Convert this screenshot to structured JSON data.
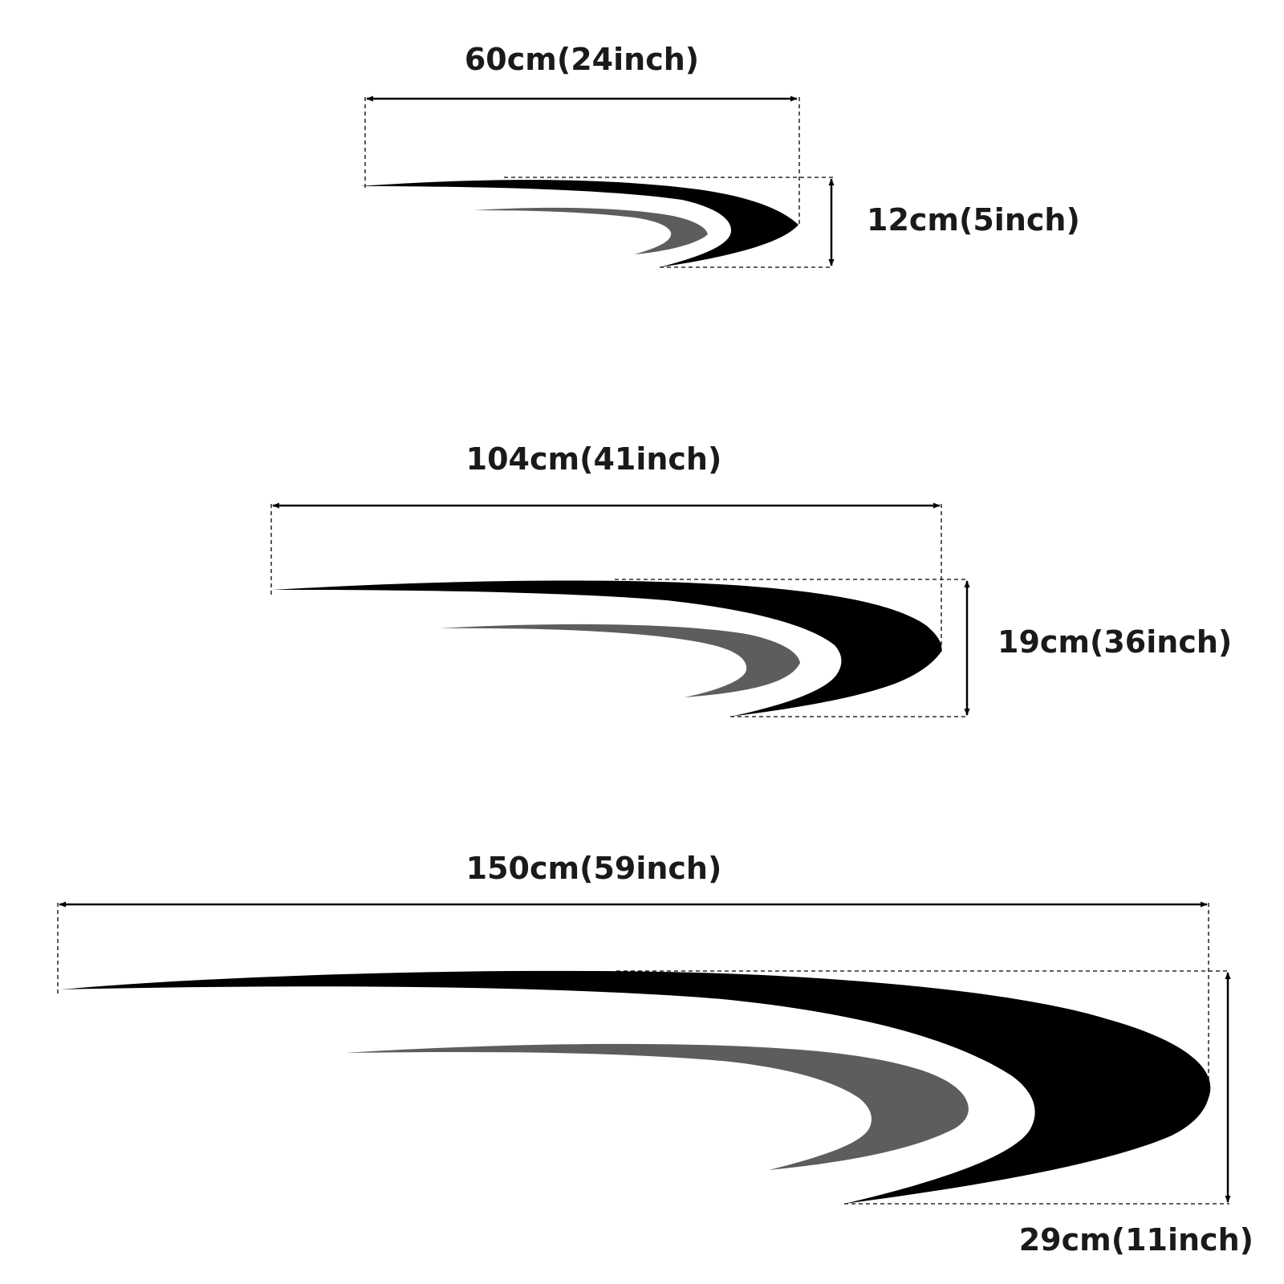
{
  "colors": {
    "primary_stripe": "#000000",
    "secondary_stripe": "#5f5c5d",
    "dimension_text": "#1a1a1a",
    "background": "#ffffff"
  },
  "decals": [
    {
      "name": "small",
      "width_label": "60cm(24inch)",
      "height_label": "12cm(5inch)"
    },
    {
      "name": "medium",
      "width_label": "104cm(41inch)",
      "height_label": "19cm(36inch)"
    },
    {
      "name": "large",
      "width_label": "150cm(59inch)",
      "height_label": "29cm(11inch)"
    }
  ]
}
